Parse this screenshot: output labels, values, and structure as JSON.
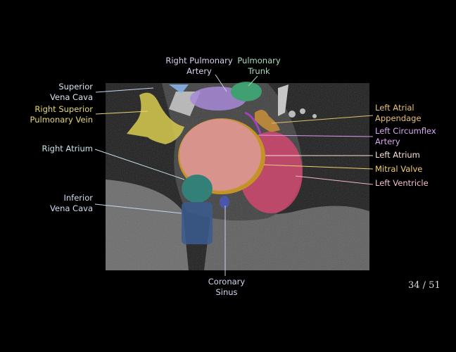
{
  "viewer": {
    "slice_counter": "34 / 51"
  },
  "labels": {
    "superior_vena_cava": "Superior\nVena Cava",
    "right_superior_pulmonary_vein": "Right Superior\nPulmonary Vein",
    "right_pulmonary_artery": "Right Pulmonary\nArtery",
    "pulmonary_trunk": "Pulmonary\nTrunk",
    "left_atrial_appendage": "Left Atrial\nAppendage",
    "left_circumflex_artery": "Left Circumflex\nArtery",
    "left_atrium": "Left Atrium",
    "mitral_valve": "Mitral Valve",
    "left_ventricle": "Left Ventricle",
    "right_atrium": "Right Atrium",
    "inferior_vena_cava": "Inferior\nVena Cava",
    "coronary_sinus": "Coronary\nSinus"
  },
  "colors": {
    "superior_vena_cava": "#8ab8f0",
    "right_superior_pulmonary_vein": "#d8cc50",
    "right_pulmonary_artery": "#a88ad8",
    "pulmonary_trunk": "#3fae78",
    "left_atrial_appendage": "#c8903a",
    "left_circumflex_artery": "#b040d0",
    "left_atrium": "#f0a098",
    "mitral_valve": "#d8a020",
    "left_ventricle": "#d04870",
    "right_atrium": "#2e8a80",
    "inferior_vena_cava": "#3a5c90",
    "coronary_sinus": "#4a58b8"
  }
}
